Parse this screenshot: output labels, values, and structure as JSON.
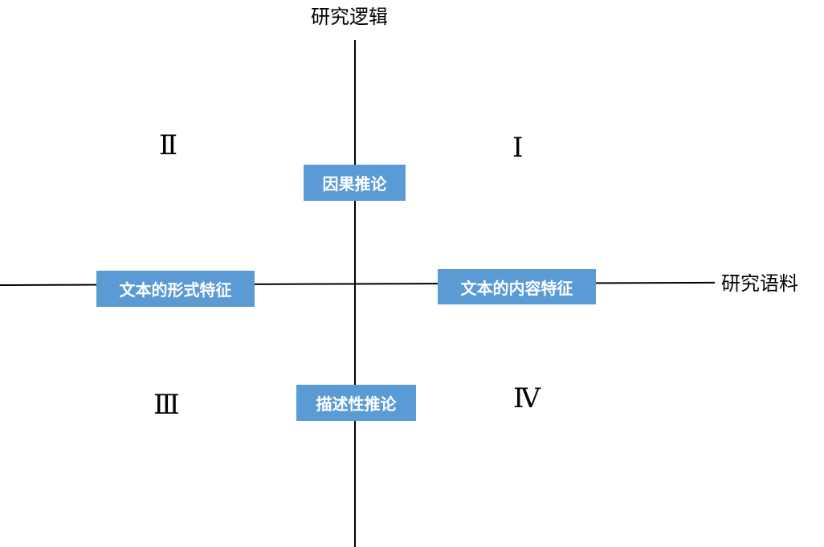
{
  "axes": {
    "vertical_title": "研究逻辑",
    "horizontal_title": "研究语料"
  },
  "quadrants": {
    "I": "Ⅰ",
    "II": "Ⅱ",
    "III": "Ⅲ",
    "IV": "Ⅳ"
  },
  "boxes": {
    "top": "因果推论",
    "bottom": "描述性推论",
    "left": "文本的形式特征",
    "right": "文本的内容特征"
  },
  "colors": {
    "box_fill": "#5b9bd5",
    "box_text": "#ffffff",
    "axis": "#000000"
  }
}
